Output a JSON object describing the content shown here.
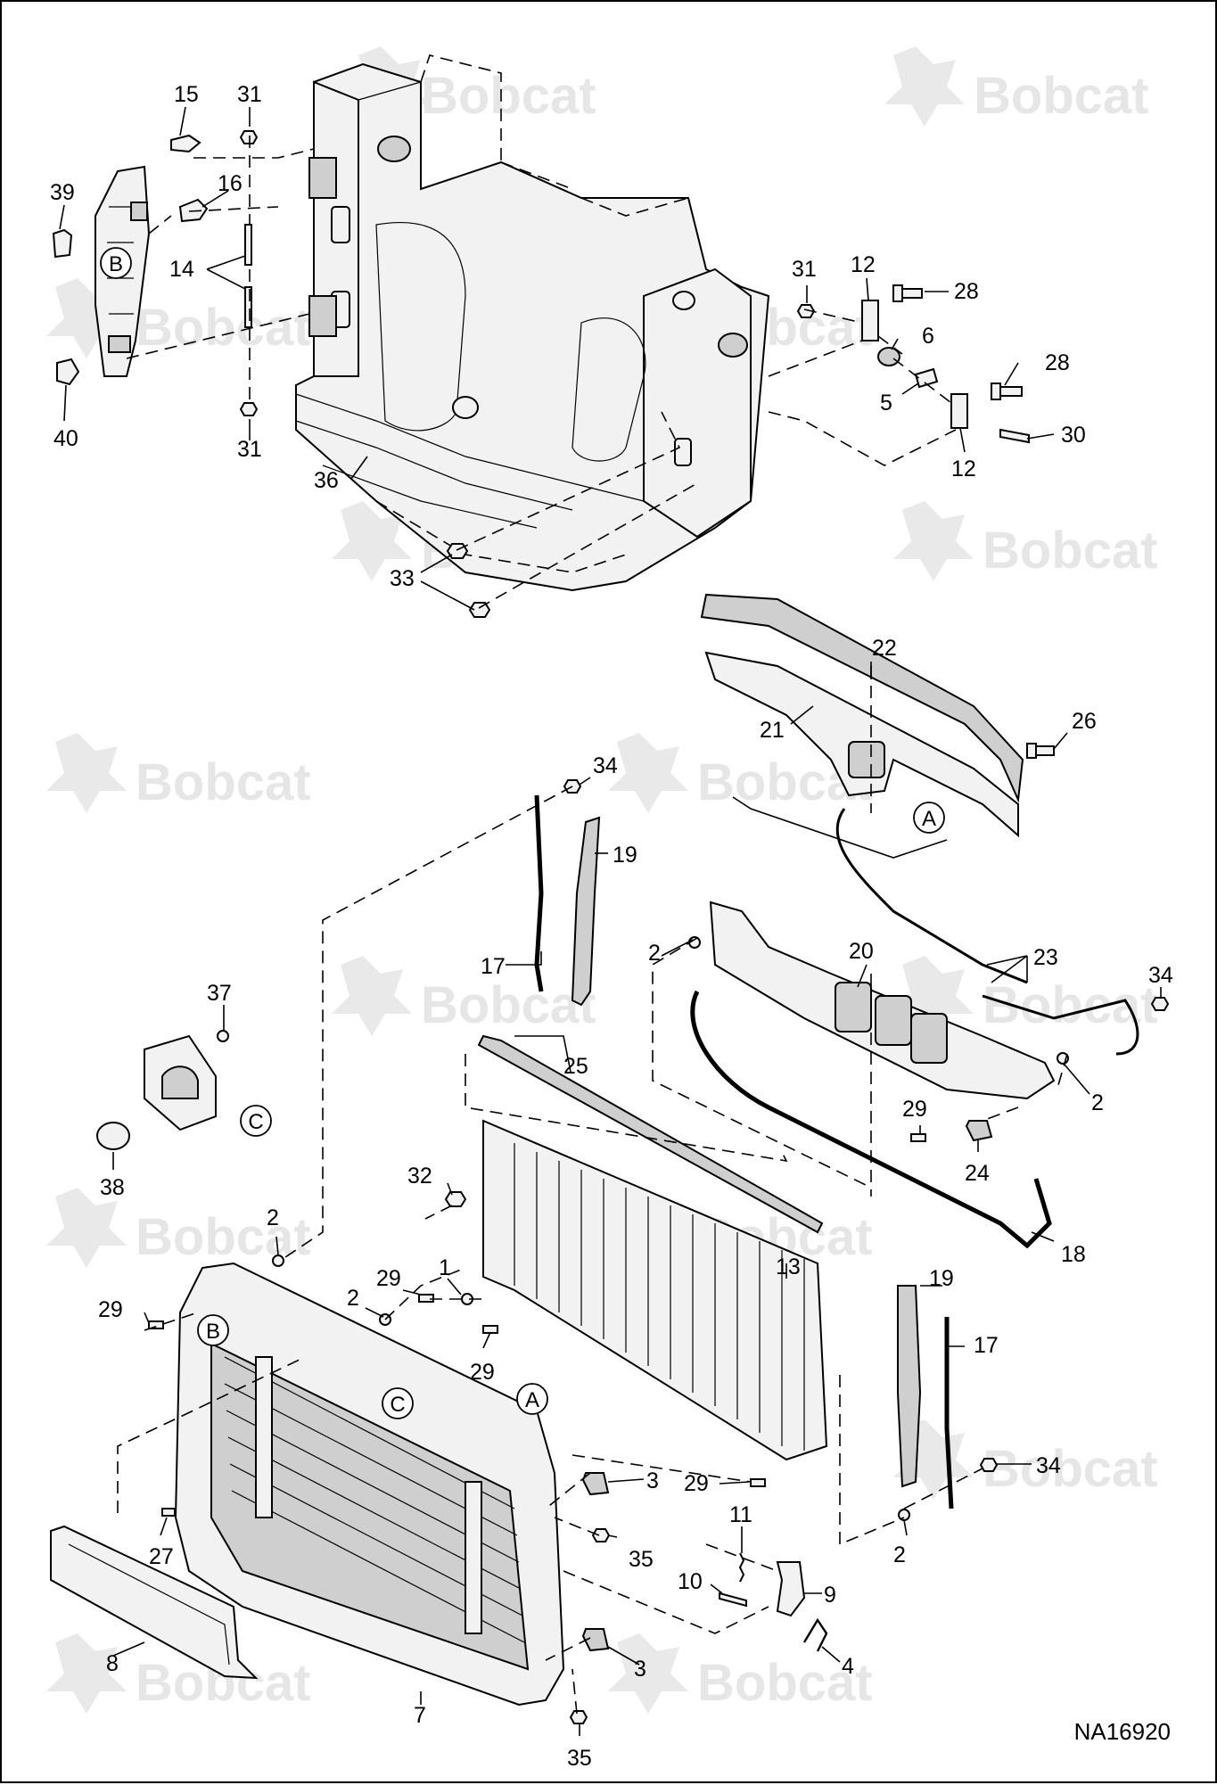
{
  "drawing_number": "NA16920",
  "watermark_text": "Bobcat",
  "callouts": [
    "15",
    "31",
    "39",
    "16",
    "14",
    "31",
    "40",
    "36",
    "33",
    "31",
    "12",
    "28",
    "6",
    "28",
    "5",
    "30",
    "12",
    "22",
    "21",
    "26",
    "34",
    "19",
    "17",
    "23",
    "2",
    "20",
    "34",
    "37",
    "29",
    "2",
    "24",
    "38",
    "25",
    "32",
    "18",
    "2",
    "1",
    "29",
    "13",
    "19",
    "29",
    "2",
    "17",
    "29",
    "3",
    "27",
    "35",
    "11",
    "10",
    "9",
    "8",
    "4",
    "3",
    "7",
    "35",
    "29",
    "34",
    "2"
  ],
  "reference_circles": [
    "B",
    "A",
    "C",
    "B",
    "C",
    "A"
  ]
}
